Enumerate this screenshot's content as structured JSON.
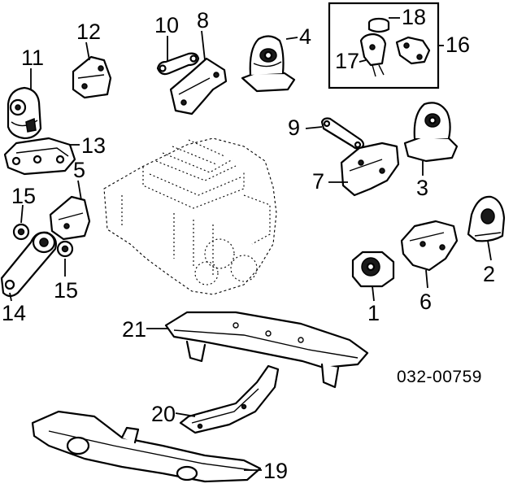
{
  "reference_code": "032-00759",
  "callouts": {
    "c1": "1",
    "c2": "2",
    "c3": "3",
    "c4": "4",
    "c5": "5",
    "c6": "6",
    "c7": "7",
    "c8": "8",
    "c9": "9",
    "c10": "10",
    "c11": "11",
    "c12": "12",
    "c13": "13",
    "c14": "14",
    "c15a": "15",
    "c15b": "15",
    "c16": "16",
    "c17": "17",
    "c18": "18",
    "c19": "19",
    "c20": "20",
    "c21": "21"
  }
}
